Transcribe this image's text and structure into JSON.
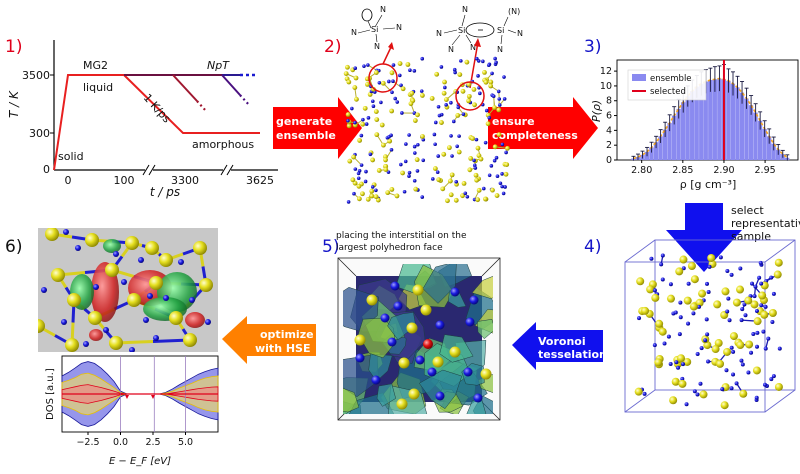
{
  "steps": [
    {
      "number": "1)",
      "color": "#e0001b"
    },
    {
      "number": "2)",
      "color": "#e0001b"
    },
    {
      "number": "3)",
      "color": "#1414c8"
    },
    {
      "number": "4)",
      "color": "#1414c8"
    },
    {
      "number": "5)",
      "color": "#1414c8"
    },
    {
      "number": "6)",
      "color": "#111111"
    }
  ],
  "arrows": {
    "generate": [
      "generate",
      "ensemble"
    ],
    "completeness": [
      "ensure",
      "completeness"
    ],
    "select": [
      "select",
      "representative",
      "sample"
    ],
    "voronoi": [
      "Voronoi",
      "tesselation"
    ],
    "hse": [
      "optimize",
      "with HSE"
    ]
  },
  "panel1": {
    "ylabel": "T / K",
    "xlabel": "t / ps",
    "yticks": [
      "3500",
      "300",
      "0"
    ],
    "xticks": [
      "0",
      "100",
      "3300",
      "3625"
    ],
    "labels": {
      "mg2": "MG2",
      "liquid": "liquid",
      "npt": "NpT",
      "rate": "1 K/ps",
      "amorphous": "amorphous",
      "solid": "solid"
    }
  },
  "panel2": {
    "atoms_left": [
      "N",
      "N",
      "N",
      "Si",
      "N"
    ],
    "atoms_right": [
      "N",
      "N",
      "Si",
      "N",
      "N",
      "Si",
      "(N)",
      "N",
      "N"
    ]
  },
  "panel5": {
    "caption": [
      "placing the interstitial on the",
      "largest polyhedron face"
    ]
  },
  "chart_data": [
    {
      "type": "bar",
      "title": "",
      "xlabel": "ρ [g cm⁻³]",
      "ylabel": "P(ρ)",
      "xlim": [
        2.77,
        2.99
      ],
      "ylim": [
        0,
        13.5
      ],
      "xticks": [
        "2.80",
        "2.85",
        "2.90",
        "2.95"
      ],
      "yticks": [
        "0",
        "2",
        "4",
        "6",
        "8",
        "10",
        "12"
      ],
      "legend": [
        {
          "label": "ensemble",
          "color": "#8a8af0"
        },
        {
          "label": "selected",
          "color": "#e0001b"
        }
      ],
      "legend_position": "top-left",
      "selected_value": 2.9,
      "bin_width": 0.0055,
      "categories": [
        2.79,
        2.7955,
        2.801,
        2.8065,
        2.812,
        2.8175,
        2.823,
        2.8285,
        2.834,
        2.8395,
        2.845,
        2.8505,
        2.856,
        2.8615,
        2.867,
        2.8725,
        2.878,
        2.8835,
        2.889,
        2.8945,
        2.9,
        2.9055,
        2.911,
        2.9165,
        2.922,
        2.9275,
        2.933,
        2.9385,
        2.944,
        2.9495,
        2.955,
        2.9605,
        2.966,
        2.9715,
        2.977
      ],
      "values": [
        0.2,
        0.4,
        0.7,
        1.1,
        1.7,
        2.4,
        3.2,
        4.1,
        5.0,
        6.0,
        6.9,
        7.8,
        8.6,
        9.3,
        9.9,
        10.3,
        10.6,
        10.8,
        10.9,
        11.0,
        10.9,
        10.7,
        10.3,
        9.8,
        9.1,
        8.3,
        7.4,
        6.4,
        5.3,
        4.2,
        3.2,
        2.2,
        1.4,
        0.8,
        0.3
      ],
      "errors": [
        0.3,
        0.4,
        0.5,
        0.6,
        0.7,
        0.8,
        0.9,
        1.0,
        1.1,
        1.2,
        1.3,
        1.4,
        1.4,
        1.5,
        1.5,
        1.6,
        1.6,
        1.6,
        1.7,
        1.7,
        2.0,
        1.6,
        1.6,
        1.5,
        1.5,
        1.4,
        1.3,
        1.2,
        1.2,
        1.1,
        1.0,
        0.9,
        0.7,
        0.5,
        0.4
      ]
    },
    {
      "type": "area",
      "title": "",
      "xlabel": "E − E_F [eV]",
      "ylabel": "DOS [a.u.]",
      "xlim": [
        -4.5,
        7.5
      ],
      "xticks": [
        "−2.5",
        "0.0",
        "2.5",
        "5.0"
      ],
      "vlines": [
        0.0,
        2.6,
        5.0
      ],
      "x": [
        -4.5,
        -4,
        -3.5,
        -3,
        -2.5,
        -2,
        -1.5,
        -1,
        -0.5,
        0,
        0.5,
        1,
        1.5,
        2,
        2.5,
        3,
        3.5,
        4,
        4.5,
        5,
        5.5,
        6,
        6.5,
        7,
        7.5
      ],
      "series": [
        {
          "values": [
            0.5,
            0.6,
            0.72,
            0.85,
            0.9,
            0.85,
            0.72,
            0.55,
            0.35,
            0.08,
            0,
            0,
            0,
            0,
            0,
            0,
            0.05,
            0.14,
            0.25,
            0.35,
            0.45,
            0.55,
            0.62,
            0.68,
            0.72
          ],
          "color": "#1a1a9a"
        },
        {
          "values": [
            0.32,
            0.38,
            0.45,
            0.55,
            0.58,
            0.52,
            0.42,
            0.3,
            0.18,
            0.04,
            0,
            0,
            0,
            0,
            0,
            0,
            0.03,
            0.08,
            0.16,
            0.23,
            0.3,
            0.38,
            0.44,
            0.48,
            0.5
          ],
          "color": "#e8c000"
        },
        {
          "values": [
            0.12,
            0.16,
            0.2,
            0.24,
            0.26,
            0.22,
            0.18,
            0.13,
            0.08,
            0.02,
            0,
            0,
            0,
            0,
            0,
            0,
            0,
            0.03,
            0.06,
            0.09,
            0.12,
            0.15,
            0.17,
            0.19,
            0.2
          ],
          "color": "#e0001b"
        }
      ],
      "defect_levels": [
        0.5,
        2.5
      ]
    }
  ]
}
